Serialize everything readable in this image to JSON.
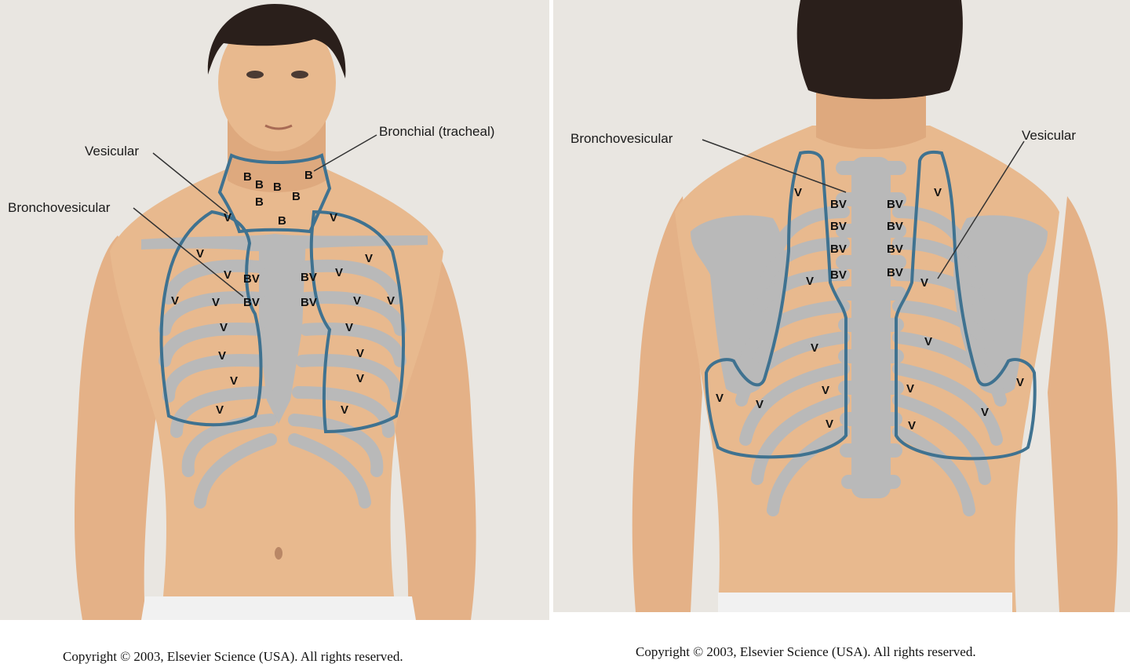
{
  "colors": {
    "backdrop": "#e9e6e1",
    "skin": "#e8b98e",
    "skin_shadow": "#c99468",
    "hair": "#2a1f1b",
    "bone": "#b9b9b9",
    "zone_outline": "#3f7290",
    "shorts": "#f1f1f1"
  },
  "front": {
    "callouts": {
      "vesicular": "Vesicular",
      "bronchial": "Bronchial (tracheal)",
      "bronchovesicular": "Bronchovesicular"
    },
    "marks": {
      "b": "B",
      "bv": "BV",
      "v": "V"
    },
    "copyright": "Copyright © 2003, Elsevier Science (USA). All rights reserved."
  },
  "back": {
    "callouts": {
      "bronchovesicular": "Bronchovesicular",
      "vesicular": "Vesicular"
    },
    "marks": {
      "bv": "BV",
      "v": "V"
    },
    "copyright": "Copyright © 2003, Elsevier Science (USA). All rights reserved."
  }
}
